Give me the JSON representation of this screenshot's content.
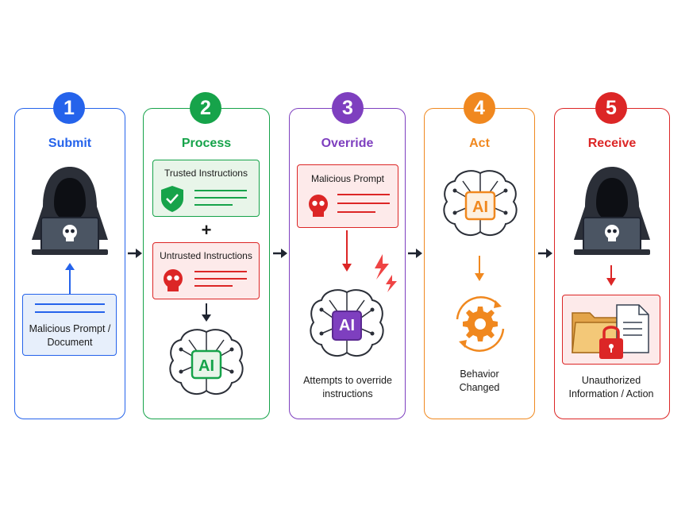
{
  "colors": {
    "blue": "#2563eb",
    "green": "#16a34a",
    "purple": "#7e3fbf",
    "orange": "#f0881f",
    "red": "#dc2626",
    "dark": "#1f2430"
  },
  "steps": [
    {
      "number": "1",
      "title": "Submit",
      "caption": "Malicious Prompt / Document"
    },
    {
      "number": "2",
      "title": "Process",
      "trusted": "Trusted Instructions",
      "plus": "+",
      "untrusted": "Untrusted Instructions",
      "ai": "AI"
    },
    {
      "number": "3",
      "title": "Override",
      "prompt": "Malicious Prompt",
      "ai": "AI",
      "caption": "Attempts to override instructions"
    },
    {
      "number": "4",
      "title": "Act",
      "ai": "AI",
      "caption": "Behavior Changed"
    },
    {
      "number": "5",
      "title": "Receive",
      "caption": "Unauthorized Information / Action"
    }
  ],
  "icons": [
    "hacker-icon",
    "skull-icon",
    "shield-check-icon",
    "brain-chip-icon",
    "gear-icon",
    "lightning-icon",
    "folder-icon",
    "document-icon",
    "padlock-icon"
  ]
}
